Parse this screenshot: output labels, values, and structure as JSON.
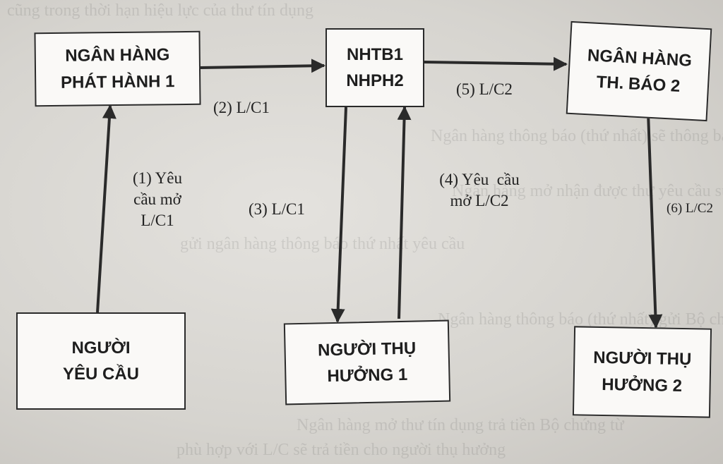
{
  "background_text": [
    "cũng trong thời hạn hiệu lực của thư tín dụng",
    "Ngân hàng thông báo (thứ nhất) sẽ thông báo cho",
    "Ngân hàng mở nhận được thư yêu cầu sửa đổi",
    "gửi ngân hàng thông báo thứ nhất yêu cầu",
    "Ngân hàng thông báo (thứ nhất) gửi Bộ chứng từ",
    "Ngân hàng mở thư tín dụng trả tiền Bộ chứng từ",
    "phù hợp với L/C sẽ trả tiền cho người thụ hưởng"
  ],
  "nodes": {
    "bank_issuing_1": {
      "line1": "NGÂN HÀNG",
      "line2": "PHÁT HÀNH 1"
    },
    "nhtb1_nhph2": {
      "line1": "NHTB1",
      "line2": "NHPH2"
    },
    "bank_advising_2": {
      "line1": "NGÂN HÀNG",
      "line2": "TH. BÁO 2"
    },
    "applicant": {
      "line1": "NGƯỜI",
      "line2": "YÊU CẦU"
    },
    "beneficiary_1": {
      "line1": "NGƯỜI THỤ",
      "line2": "HƯỞNG 1"
    },
    "beneficiary_2": {
      "line1": "NGƯỜI THỤ",
      "line2": "HƯỞNG 2"
    }
  },
  "edges": {
    "e1": {
      "line1": "(1) Yêu",
      "line2": "cầu mở",
      "line3": "L/C1"
    },
    "e2": {
      "label": "(2) L/C1"
    },
    "e3": {
      "label": "(3) L/C1"
    },
    "e4": {
      "line1": "(4) Yêu  cầu",
      "line2": "mở L/C2"
    },
    "e5": {
      "label": "(5) L/C2"
    },
    "e6": {
      "label": "(6) L/C2"
    }
  },
  "colors": {
    "stroke": "#2a2a2a",
    "box_fill": "#faf9f7",
    "paper": "#dcdad6"
  }
}
